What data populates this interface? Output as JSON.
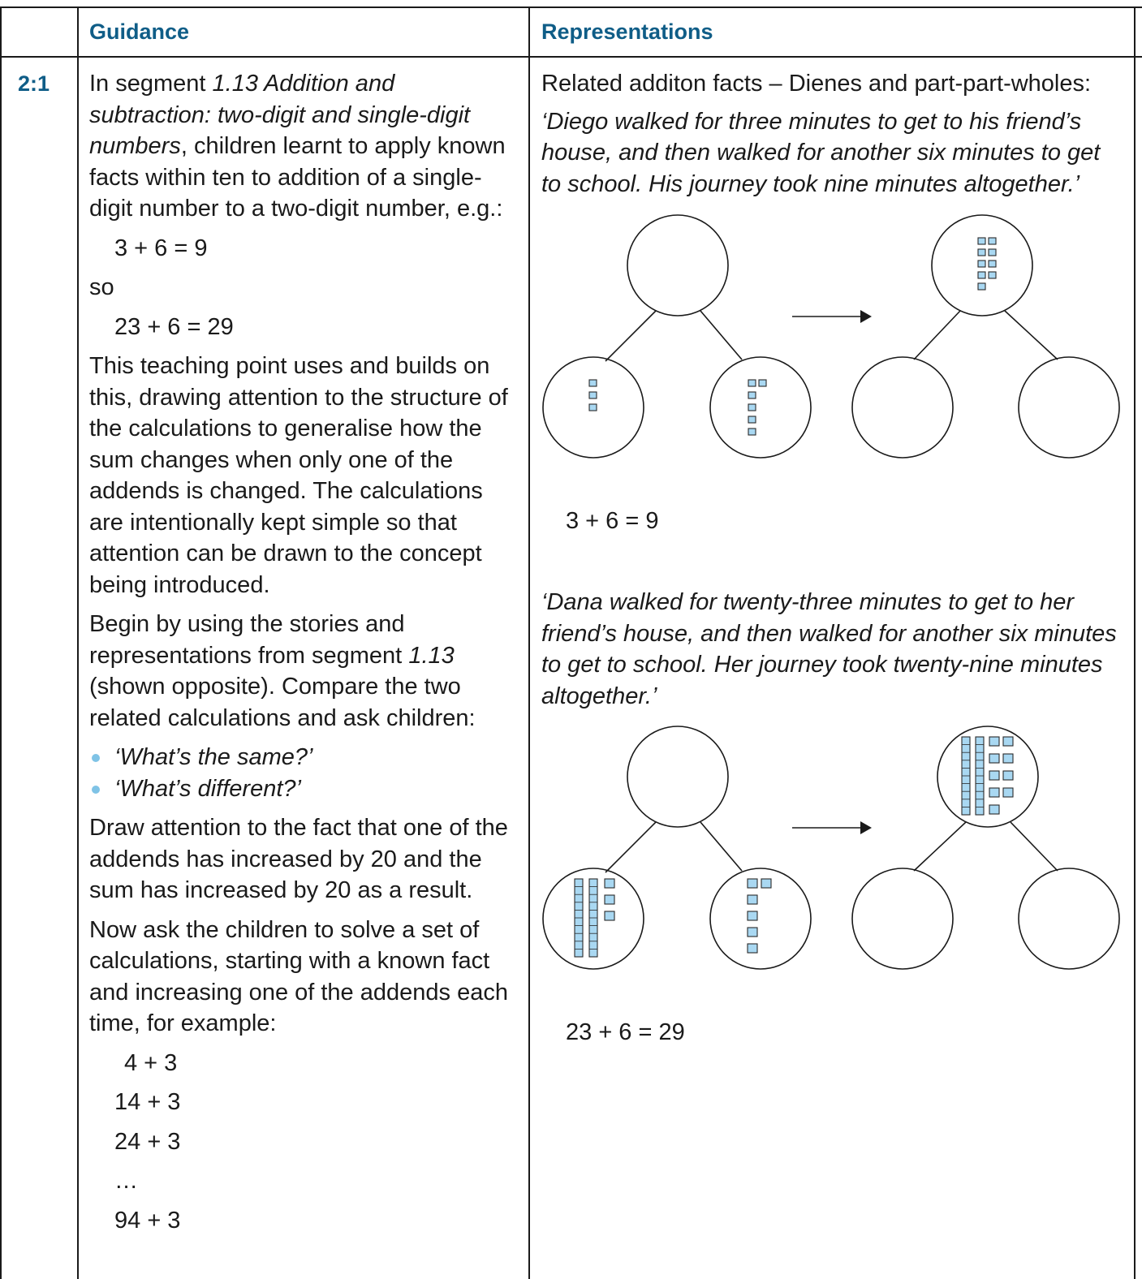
{
  "header": {
    "guidance": "Guidance",
    "representations": "Representations"
  },
  "row_label": "2:1",
  "guidance": {
    "p1_a": "In segment ",
    "p1_ref": "1.13 Addition and subtraction: two-digit and single-digit numbers",
    "p1_b": ", children learnt to apply known facts within ten to addition of a single-digit number to a two-digit number, e.g.:",
    "eq1": "3 + 6 = 9",
    "so": "so",
    "eq2": "23 + 6 = 29",
    "p2": "This teaching point uses and builds on this, drawing attention to the structure of the calculations to generalise how the sum changes when only one of the addends is changed. The calculations are intentionally kept simple so that attention can be drawn to the concept being introduced.",
    "p3_a": "Begin by using the stories and representations from segment ",
    "p3_ref": "1.13",
    "p3_b": " (shown opposite). Compare the two related calculations and ask children:",
    "bullets": [
      "‘What’s the same?’",
      "‘What’s different?’"
    ],
    "p4": "Draw attention to the fact that one of the addends has increased by 20 and the sum has increased by 20 as a result.",
    "p5": "Now ask the children to solve a set of calculations, starting with a known fact and increasing one of the addends each time, for example:",
    "examples": [
      "4 + 3",
      "14 + 3",
      "24 + 3",
      "…",
      "94 + 3"
    ]
  },
  "representations": {
    "intro": "Related additon facts – Dienes and part-part-wholes:",
    "story1": "‘Diego walked for three minutes to get to his friend’s house, and then walked for another six minutes to get to school. His journey took nine minutes altogether.’",
    "eq1": "3 + 6 = 9",
    "story2": "‘Dana walked for twenty-three minutes to get to her friend’s house, and then walked for another six minutes to get to school. Her journey took twenty-nine minutes altogether.’",
    "eq2": "23 + 6 = 29"
  },
  "colors": {
    "heading": "#0f5d87",
    "cube_fill": "#a9d8f2",
    "bullet": "#7fc3e6"
  }
}
